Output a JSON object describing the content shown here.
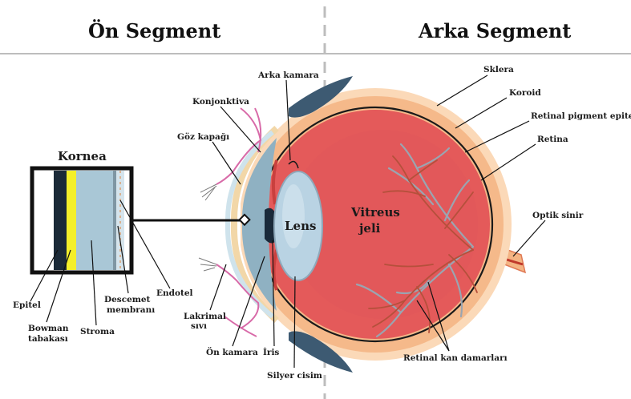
{
  "headers": {
    "left": "Ön Segment",
    "right": "Arka Segment"
  },
  "inset": {
    "title": "Kornea"
  },
  "labels": {
    "goz_kapagi": "Göz kapağı",
    "konjonktiva": "Konjonktiva",
    "arka_kamara": "Arka kamara",
    "sklera": "Sklera",
    "koroid": "Koroid",
    "retinal_pigment_epitel": "Retinal pigment epitel",
    "retina": "Retina",
    "optik_sinir": "Optik sinir",
    "lens": "Lens",
    "vitreus_1": "Vitreus",
    "vitreus_2": "jeli",
    "epitel": "Epitel",
    "bowman_1": "Bowman",
    "bowman_2": "tabakası",
    "stroma": "Stroma",
    "descemet_1": "Descemet",
    "descemet_2": "membranı",
    "endotel": "Endotel",
    "lakrimal_1": "Lakrimal",
    "lakrimal_2": "sıvı",
    "on_kamara": "Ön kamara",
    "iris": "İris",
    "silyer_cisim": "Silyer cisim",
    "retinal_kan_damarlari": "Retinal kan damarları"
  },
  "colors": {
    "sclera_outer": "#fbd9b8",
    "sclera_mid": "#f5b98a",
    "choroid": "#e7615a",
    "vitreous": "#e45a5a",
    "retina_line": "#1a1a1a",
    "vessels": "#b5503b",
    "vessels_gray": "#9aa5b1",
    "lens": "#b9d3e3",
    "cornea": "#cfe3ec",
    "iris": "#1a2a3a",
    "inset_stroma": "#a9c7d6",
    "inset_epitel": "#1b2a38",
    "inset_bowman": "#f4ef2a",
    "divider": "#bdbdbd",
    "eyelid": "#d86aa8"
  }
}
